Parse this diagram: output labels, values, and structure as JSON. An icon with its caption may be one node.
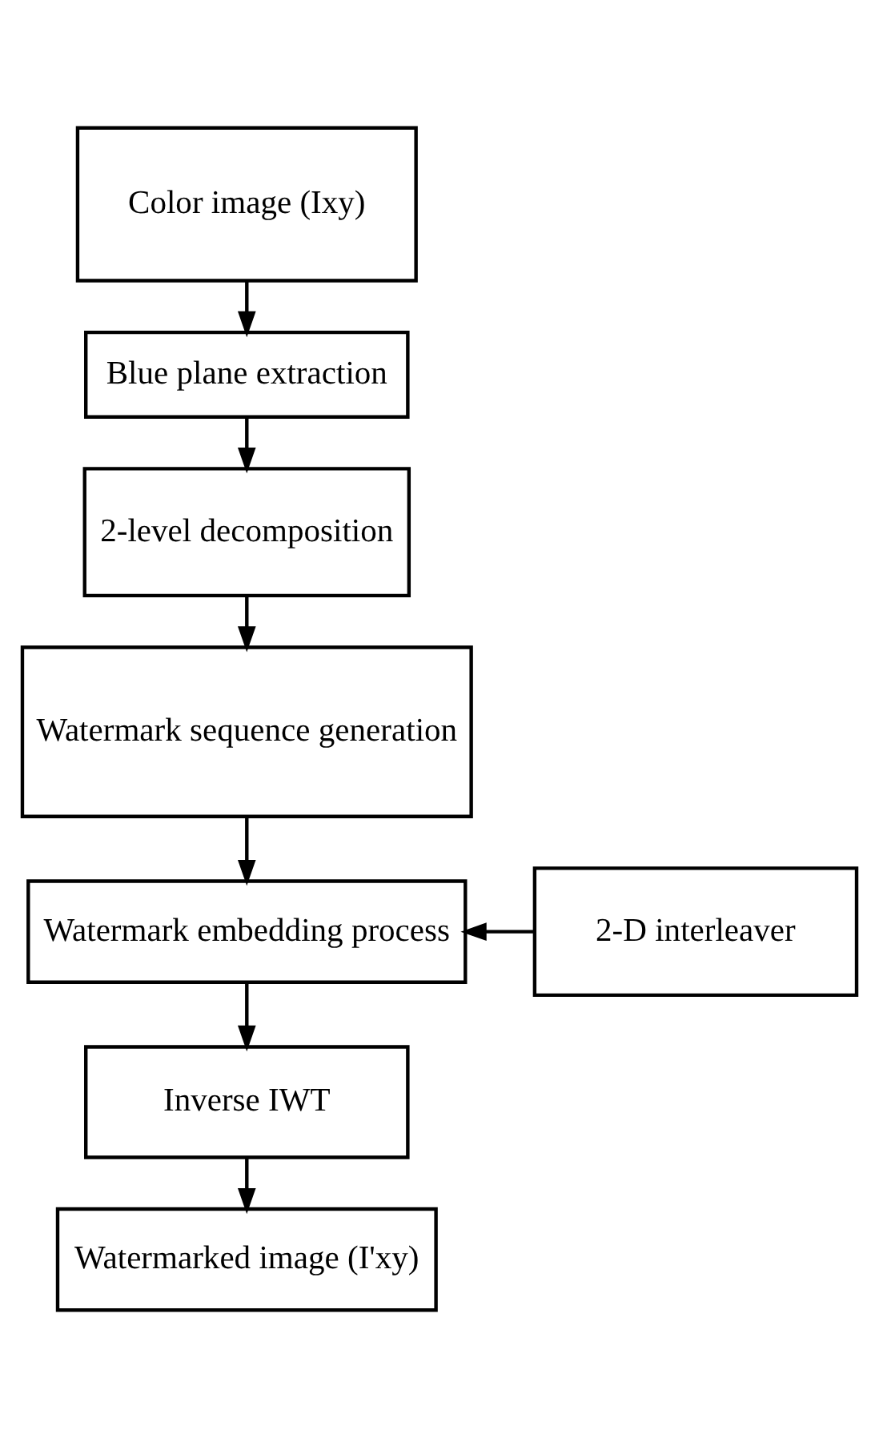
{
  "diagram": {
    "nodes": [
      {
        "text": [
          "Color image (Ixy)"
        ]
      },
      {
        "text": [
          "Blue plane extraction"
        ]
      },
      {
        "text": [
          "2-level decomposition"
        ]
      },
      {
        "text": [
          "Watermark sequence generation"
        ]
      },
      {
        "text": [
          "Watermark embedding process"
        ]
      },
      {
        "text": [
          "2-D interleaver"
        ]
      },
      {
        "text": [
          "Inverse IWT"
        ]
      },
      {
        "text": [
          "Watermarked image (I'xy)"
        ]
      }
    ],
    "edges": [
      {
        "from": 0,
        "to": 1,
        "arrow": "to"
      },
      {
        "from": 1,
        "to": 2,
        "arrow": "to"
      },
      {
        "from": 2,
        "to": 3,
        "arrow": "to"
      },
      {
        "from": 3,
        "to": 4,
        "arrow": "to"
      },
      {
        "from": 5,
        "to": 4,
        "arrow": "to"
      },
      {
        "from": 4,
        "to": 6,
        "arrow": "to"
      },
      {
        "from": 6,
        "to": 7,
        "arrow": "to"
      }
    ]
  }
}
